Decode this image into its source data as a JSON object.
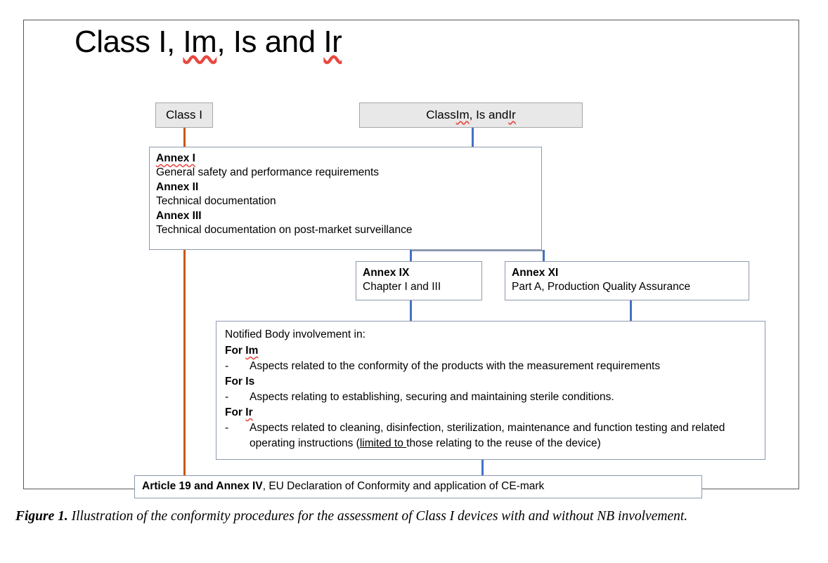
{
  "figure": {
    "title": "Class I, Im, Is and Ir",
    "caption_label": "Figure 1.",
    "caption_text": " Illustration of the conformity procedures for the assessment of Class I devices with and without NB involvement."
  },
  "colors": {
    "connector_blue": "#4472c4",
    "connector_orange": "#c55a11",
    "box_border": "#8d99ae",
    "gray_box_fill": "#e8e8e8",
    "gray_box_border": "#a6a6a6",
    "frame_border": "#595959",
    "spellcheck_red": "#e8483f"
  },
  "boxes": {
    "class_i": {
      "label": "Class I"
    },
    "class_im_is_ir": {
      "label": "Class Im, Is and Ir"
    },
    "annex_main": {
      "lines": [
        {
          "heading": "Annex I",
          "detail": "General safety and performance requirements"
        },
        {
          "heading": "Annex II",
          "detail": "Technical documentation"
        },
        {
          "heading": "Annex III",
          "detail": "Technical documentation on post-market surveillance"
        }
      ]
    },
    "annex_ix": {
      "heading": "Annex IX",
      "detail": "Chapter I and III"
    },
    "annex_xi": {
      "heading": "Annex XI",
      "detail": "Part A, Production Quality Assurance"
    },
    "notified_body": {
      "heading": "Notified Body involvement in:",
      "groups": [
        {
          "label": "For Im",
          "items": [
            {
              "dash": "-",
              "text": "Aspects related to the conformity of the products with the measurement requirements"
            }
          ]
        },
        {
          "label": "For Is",
          "items": [
            {
              "dash": "-",
              "text": "Aspects relating to establishing, securing and maintaining sterile conditions."
            }
          ]
        },
        {
          "label": "For Ir",
          "items": [
            {
              "dash": "-",
              "text_before": "Aspects related to cleaning, disinfection, sterilization, maintenance and function testing and related operating instructions (",
              "text_underlined": "limited to ",
              "text_after": "those relating to the reuse of the device)"
            }
          ]
        }
      ]
    },
    "article19": {
      "bold_part": "Article 19 and Annex IV",
      "rest": ", EU Declaration of Conformity and application of CE-mark"
    }
  }
}
